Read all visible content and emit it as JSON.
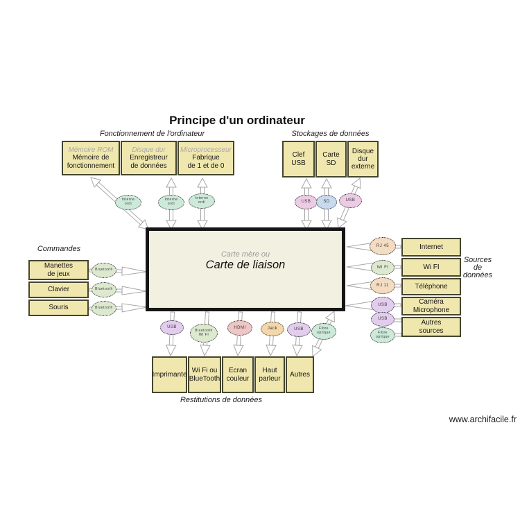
{
  "title": "Principe d'un ordinateur",
  "watermark": "www.archifacile.fr",
  "palette": {
    "box_fill": "#f0e7ae",
    "box_border": "#45452f",
    "central_fill": "#f2f1e1",
    "central_border": "#161616",
    "arrow_outline": "#a6a6a6",
    "ellipse_mint": "#cde9d9",
    "ellipse_pink": "#eccbe4",
    "ellipse_blue": "#c9d9ee",
    "ellipse_green": "#dde9cf",
    "ellipse_peach": "#f3dcc2",
    "ellipse_purple": "#e3cdee",
    "ellipse_red": "#eec6c6",
    "ellipse_orange": "#f3d7ab"
  },
  "center": {
    "subtitle": "Carte mère ou",
    "title": "Carte de liaison"
  },
  "groups": {
    "fonctionnement": {
      "label": "Fonctionnement de l'ordinateur",
      "boxes": [
        {
          "subtitle": "Mémoire ROM",
          "text": "Mémoire de\nfonctionnement"
        },
        {
          "subtitle": "Disque dur",
          "text": "Enregistreur\nde données"
        },
        {
          "subtitle": "Microprocesseur",
          "text": "Fabrique\nde 1 et de 0"
        }
      ]
    },
    "stockages": {
      "label": "Stockages de données",
      "boxes": [
        {
          "text": "Clef\nUSB"
        },
        {
          "text": "Carte\nSD"
        },
        {
          "text": "Disque\ndur\nexterne"
        }
      ]
    },
    "commandes": {
      "label": "Commandes",
      "boxes": [
        {
          "text": "Manettes\nde jeux"
        },
        {
          "text": "Clavier"
        },
        {
          "text": "Souris"
        }
      ]
    },
    "sources": {
      "label": "Sources\nde\ndonnées",
      "boxes": [
        {
          "text": "Internet"
        },
        {
          "text": "Wi FI"
        },
        {
          "text": "Téléphone"
        },
        {
          "text": "Caméra\nMicrophone"
        },
        {
          "text": "Autres\nsources"
        }
      ]
    },
    "restitutions": {
      "label": "Restitutions de données",
      "boxes": [
        {
          "text": "Imprimante"
        },
        {
          "text": "Wi Fi ou\nBlueTooth"
        },
        {
          "text": "Ecran\ncouleur"
        },
        {
          "text": "Haut\nparleur"
        },
        {
          "text": "Autres"
        }
      ]
    }
  },
  "connectors": {
    "fonctionnement": [
      "Interne\nordi",
      "Interne\nordi",
      "Interne\nordi"
    ],
    "stockages": [
      "USB",
      "SD",
      "USB"
    ],
    "commandes": [
      "Bluetooth",
      "Bluetooth",
      "Bluetooth"
    ],
    "sources": [
      "RJ 45",
      "WI FI",
      "RJ 11",
      "USB",
      "USB",
      "Fibre\noptique"
    ],
    "restitutions": [
      "USB",
      "Bluetooth\nWI FI",
      "HDMI",
      "Jack",
      "USB",
      "Fibre\noptique"
    ]
  }
}
